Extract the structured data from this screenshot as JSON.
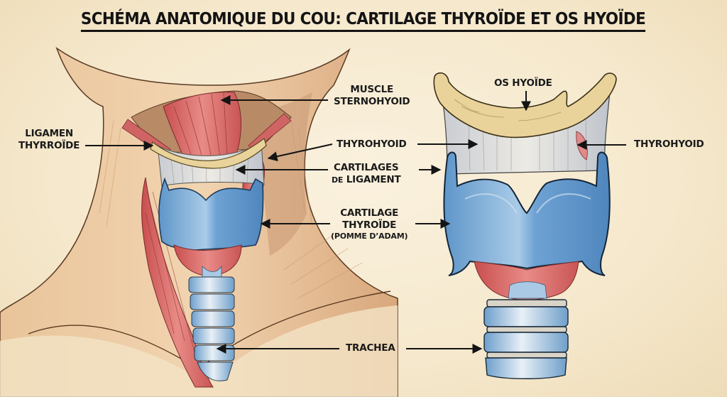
{
  "title": "SCHÉMA ANATOMIQUE DU COU: CARTILAGE THYROÏDE ET OS HYOÏDE",
  "labels": {
    "ligamen_thyrroide": {
      "line1": "LIGAMEN",
      "line2": "THYRROÏDE"
    },
    "muscle_sternohyoid": {
      "line1": "MUSCLE",
      "line2": "STERNOHYOID"
    },
    "thyrohyoid_center": "THYROHYOID",
    "cartilages_ligament": {
      "line1": "CARTILAGES",
      "line2_prefix": "DE",
      "line2": "LIGAMENT"
    },
    "cartilage_thyroide": {
      "line1": "CARTILAGE",
      "line2": "THYROÏDE",
      "line3": "(POMME D’ADAM)"
    },
    "os_hyoide": "OS HYOÏDE",
    "thyrohyoid_right": "THYROHYOID",
    "trachea": "TRACHEA"
  },
  "figures": {
    "left": "anterior-neck-view",
    "right": "isolated-larynx-view"
  },
  "colors": {
    "background": "#f7ecd4",
    "skin": "#eec9a0",
    "muscle": "#d46a6a",
    "cartilage": "#7fb0dc",
    "bone": "#ecd9a0",
    "membrane": "#dcdcdc",
    "ink": "#141414"
  }
}
